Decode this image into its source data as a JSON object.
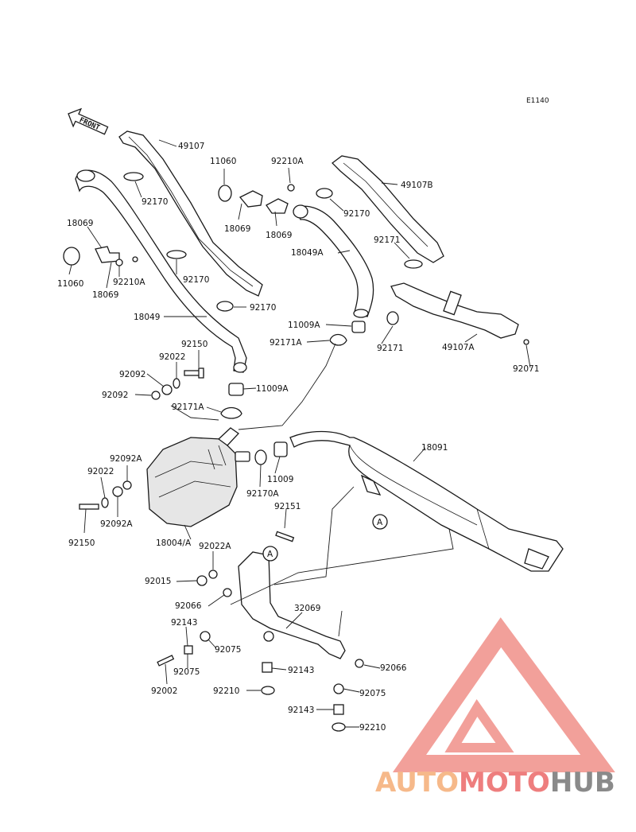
{
  "diagram_code": "E1140",
  "front_label": "FRONT",
  "ref_marker": "A",
  "labels": {
    "p49107": "49107",
    "p11060a": "11060",
    "p92210Aa": "92210A",
    "p49107B": "49107B",
    "p92170a": "92170",
    "p92170b": "92170",
    "p18069a": "18069",
    "p18069b": "18069",
    "p18069c": "18069",
    "p18069d": "18069",
    "p11060b": "11060",
    "p92210Ab": "92210A",
    "p18049A": "18049A",
    "p92171a": "92171",
    "p92170c": "92170",
    "p92170d": "92170",
    "p11009Aa": "11009A",
    "p18049": "18049",
    "p92171Aa": "92171A",
    "p92171b": "92171",
    "p49107A": "49107A",
    "p92150a": "92150",
    "p92022a": "92022",
    "p92071": "92071",
    "p92092a": "92092",
    "p11009Ab": "11009A",
    "p92092b": "92092",
    "p92171Ab": "92171A",
    "p18091": "18091",
    "p92092Aa": "92092A",
    "p92022b": "92022",
    "p11009": "11009",
    "p92170A": "92170A",
    "p92092Ab": "92092A",
    "p92151": "92151",
    "p92150b": "92150",
    "p18004A": "18004/A",
    "p92022A": "92022A",
    "p92015": "92015",
    "p92066a": "92066",
    "p32069": "32069",
    "p92143a": "92143",
    "p92075a": "92075",
    "p92066b": "92066",
    "p92075b": "92075",
    "p92143b": "92143",
    "p92002": "92002",
    "p92210": "92210",
    "p92075c": "92075",
    "p92143c": "92143",
    "p92210b": "92210"
  },
  "watermark": {
    "part1": "AUTO",
    "part2": "MOTO",
    "part3": "HUB"
  },
  "colors": {
    "watermark_orange": "#f6b98a",
    "watermark_red": "#ee7e7e",
    "watermark_gray": "#8a8a8a",
    "line": "#1a1a1a"
  }
}
